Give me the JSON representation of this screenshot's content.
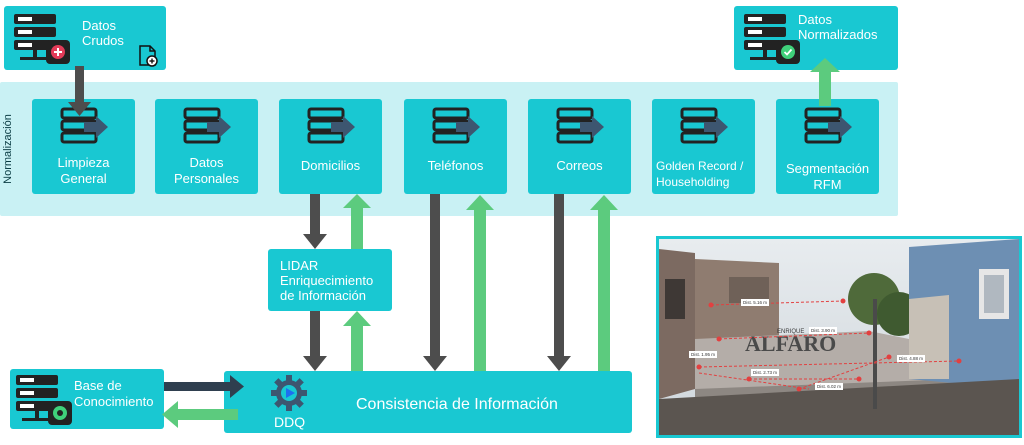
{
  "colors": {
    "teal": "#19c8d2",
    "band": "#c9f1f4",
    "arrow_dark": "#4d4d4d",
    "arrow_green": "#5ccb7e"
  },
  "raw_data": {
    "line1": "Datos",
    "line2": "Crudos"
  },
  "normalized_data": {
    "line1": "Datos",
    "line2": "Normalizados"
  },
  "band_label": "Normalización",
  "stages": [
    {
      "line1": "Limpieza",
      "line2": "General",
      "icon": "database-export-icon"
    },
    {
      "line1": "Datos",
      "line2": "Personales",
      "icon": "database-export-icon"
    },
    {
      "line1": "Domicilios",
      "line2": "",
      "icon": "database-export-icon"
    },
    {
      "line1": "Teléfonos",
      "line2": "",
      "icon": "database-export-icon"
    },
    {
      "line1": "Correos",
      "line2": "",
      "icon": "database-export-icon"
    },
    {
      "line1": "Golden Record /",
      "line2": "Householding",
      "icon": "database-export-icon"
    },
    {
      "line1": "Segmentación",
      "line2": "RFM",
      "icon": "database-export-icon"
    }
  ],
  "lidar": {
    "line1": "LIDAR",
    "line2": "Enriquecimiento",
    "line3": "de Información"
  },
  "knowledge_base": {
    "line1": "Base de",
    "line2": "Conocimiento"
  },
  "consistency": {
    "title": "Consistencia de Información",
    "ddq_label": "DDQ"
  },
  "photo": {
    "signage": "ALFARO",
    "signage_small": "ENRIQUE",
    "measure_labels": [
      "Dist. 5.16 m",
      "Dist. 3.90 m",
      "Dist. 4.88 m",
      "Dist. 2.73 m",
      "Dist. 6.02 m",
      "Dist. 1.95 m"
    ]
  }
}
